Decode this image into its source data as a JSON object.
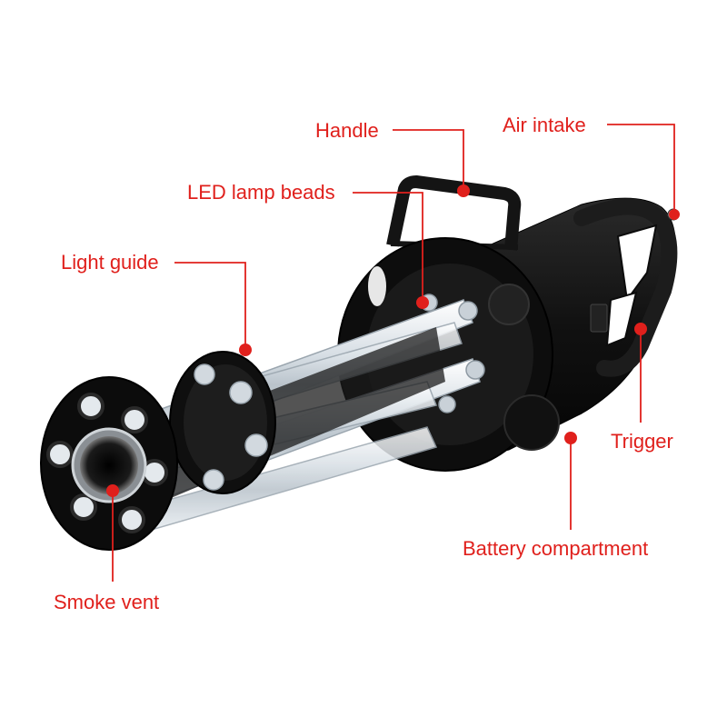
{
  "colors": {
    "callout": "#e0201c",
    "body_dark": "#111111",
    "tube_glass": "#cfd6dc"
  },
  "labels": {
    "handle": "Handle",
    "air_intake": "Air intake",
    "led_lamp_beads": "LED lamp beads",
    "light_guide": "Light guide",
    "trigger": "Trigger",
    "battery_compartment": "Battery compartment",
    "smoke_vent": "Smoke vent"
  }
}
